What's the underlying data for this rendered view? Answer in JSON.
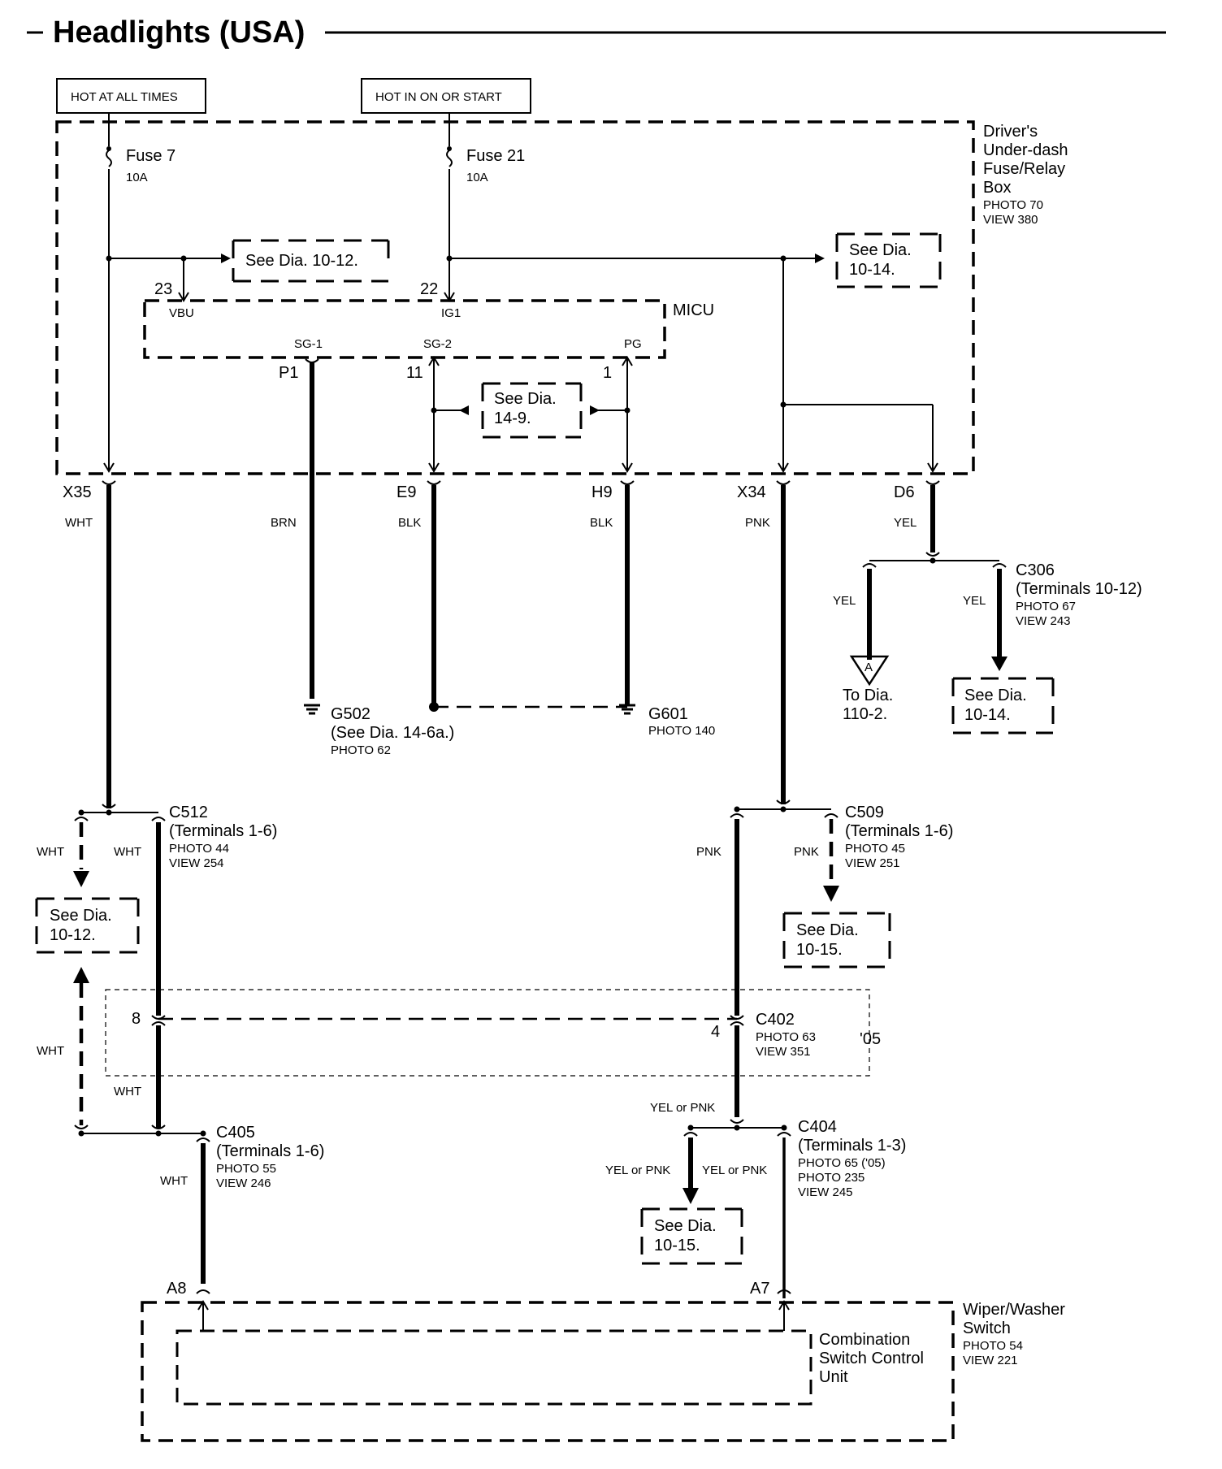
{
  "title": "Headlights (USA)",
  "sources": {
    "hot_at_all_times": "HOT AT ALL TIMES",
    "hot_in_on": "HOT IN ON OR START"
  },
  "fuse_box": {
    "name": "Driver's",
    "name2": "Under-dash",
    "name3": "Fuse/Relay",
    "name4": "Box",
    "photo": "PHOTO 70",
    "view": "VIEW 380"
  },
  "fuse7": {
    "name": "Fuse 7",
    "rating": "10A"
  },
  "fuse21": {
    "name": "Fuse 21",
    "rating": "10A"
  },
  "micu": {
    "name": "MICU",
    "vbu": "VBU",
    "ig1": "IG1",
    "sg1": "SG-1",
    "sg2": "SG-2",
    "pg": "PG",
    "pin23": "23",
    "pin22": "22",
    "pinP1": "P1",
    "pin11": "11",
    "pin1": "1"
  },
  "refs": {
    "r1012_top": "See Dia. 10-12.",
    "r1014_top_1": "See Dia.",
    "r1014_top_2": "10-14.",
    "r149_1": "See Dia.",
    "r149_2": "14-9.",
    "r1014_right_1": "See Dia.",
    "r1014_right_2": "10-14.",
    "r1012_left_1": "See Dia.",
    "r1012_left_2": "10-12.",
    "r1015_mid_1": "See Dia.",
    "r1015_mid_2": "10-15.",
    "r1015_low_1": "See Dia.",
    "r1015_low_2": "10-15."
  },
  "terminals": {
    "x35": "X35",
    "e9": "E9",
    "h9": "H9",
    "x34": "X34",
    "d6": "D6"
  },
  "wires": {
    "wht": "WHT",
    "brn": "BRN",
    "blk": "BLK",
    "pnk": "PNK",
    "yel": "YEL",
    "yel_or_pnk": "YEL or PNK"
  },
  "grounds": {
    "g502": "G502",
    "g502_see": "(See Dia. 14-6a.)",
    "g502_photo": "PHOTO 62",
    "g601": "G601",
    "g601_photo": "PHOTO 140"
  },
  "c306": {
    "name": "C306",
    "terms": "(Terminals 10-12)",
    "photo": "PHOTO 67",
    "view": "VIEW 243"
  },
  "arrow_a": {
    "letter": "A",
    "to1": "To Dia.",
    "to2": "110-2."
  },
  "c512": {
    "name": "C512",
    "terms": "(Terminals 1-6)",
    "photo": "PHOTO 44",
    "view": "VIEW 254"
  },
  "c509": {
    "name": "C509",
    "terms": "(Terminals 1-6)",
    "photo": "PHOTO 45",
    "view": "VIEW 251"
  },
  "c402": {
    "name": "C402",
    "photo": "PHOTO 63",
    "view": "VIEW 351",
    "pin8": "8",
    "pin4": "4",
    "year": "'05"
  },
  "c405": {
    "name": "C405",
    "terms": "(Terminals 1-6)",
    "photo": "PHOTO 55",
    "view": "VIEW 246"
  },
  "c404": {
    "name": "C404",
    "terms": "(Terminals 1-3)",
    "photo1": "PHOTO 65 ('05)",
    "photo2": "PHOTO 235",
    "view": "VIEW 245"
  },
  "switch": {
    "a8": "A8",
    "a7": "A7",
    "csu1": "Combination",
    "csu2": "Switch Control",
    "csu3": "Unit",
    "ww1": "Wiper/Washer",
    "ww2": "Switch",
    "photo": "PHOTO 54",
    "view": "VIEW 221"
  }
}
